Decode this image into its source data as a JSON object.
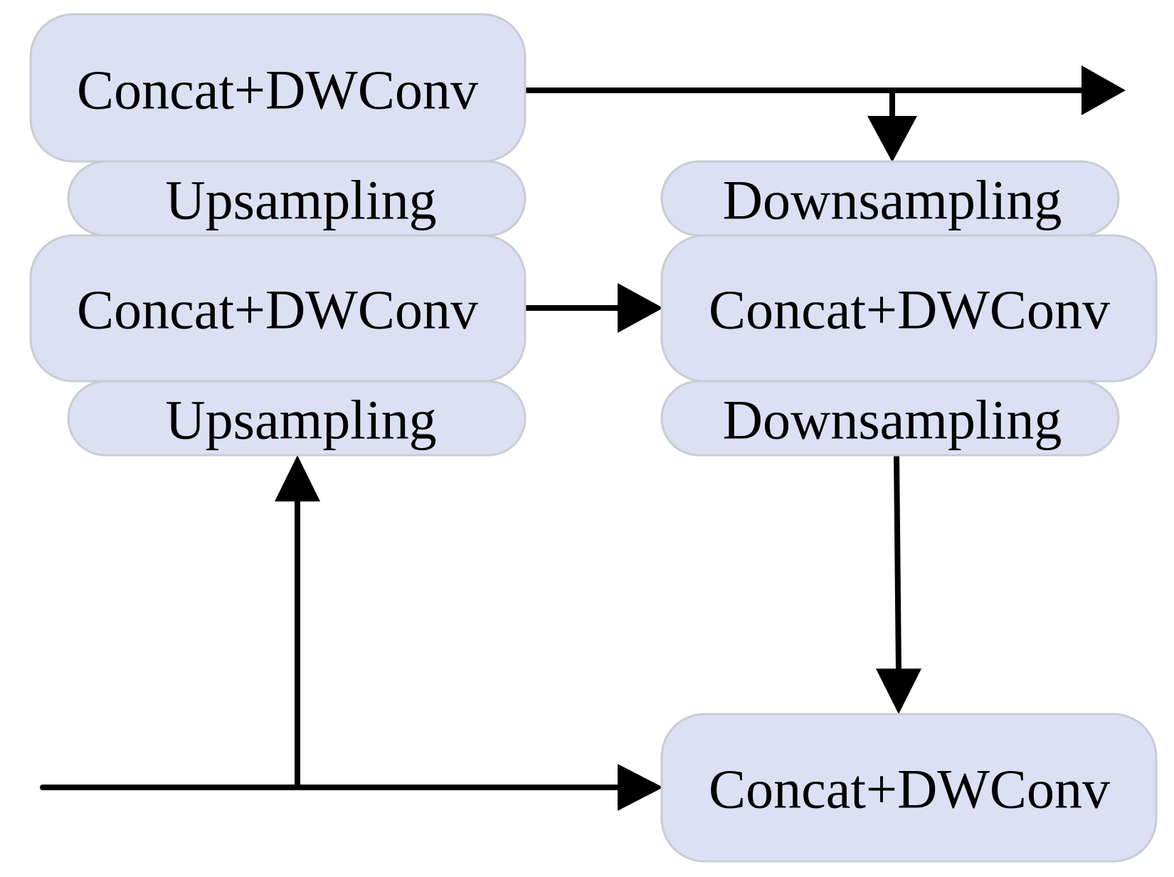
{
  "diagram": {
    "nodes": {
      "left_top": {
        "label": "Concat+DWConv"
      },
      "left_upsampling_1": {
        "label": "Upsampling"
      },
      "left_middle": {
        "label": "Concat+DWConv"
      },
      "left_upsampling_2": {
        "label": "Upsampling"
      },
      "right_downsampling_1": {
        "label": "Downsampling"
      },
      "right_middle": {
        "label": "Concat+DWConv"
      },
      "right_downsampling_2": {
        "label": "Downsampling"
      },
      "right_bottom": {
        "label": "Concat+DWConv"
      }
    },
    "colors": {
      "node_fill": "#dbe1f2",
      "node_border": "#c9ccd3",
      "edge": "#000000"
    }
  }
}
